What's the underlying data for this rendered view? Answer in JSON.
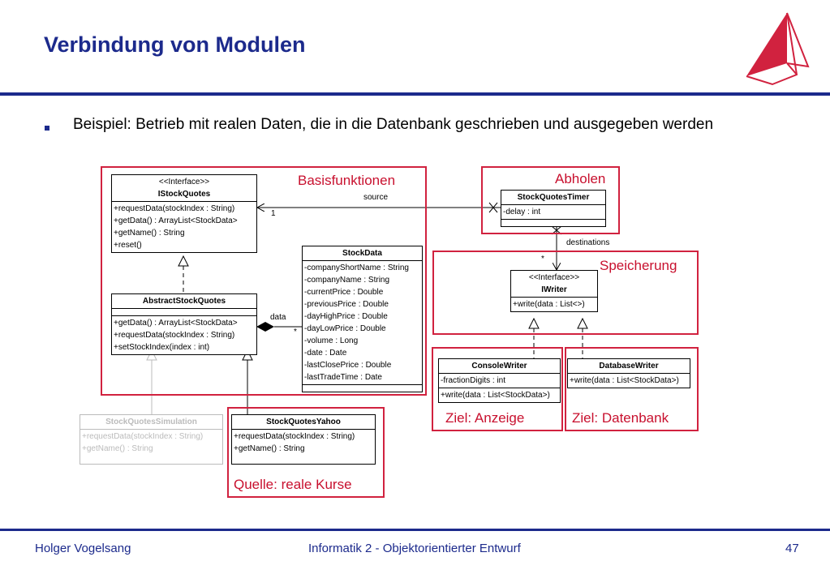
{
  "slide": {
    "title": "Verbindung von Modulen",
    "bullet": "Beispiel: Betrieb mit realen Daten, die in die Datenbank geschrieben und ausgegeben werden"
  },
  "footer": {
    "author": "Holger Vogelsang",
    "course": "Informatik 2 - Objektorientierter Entwurf",
    "page": "47"
  },
  "colors": {
    "accent": "#1c2a8c",
    "highlight": "#d1223f",
    "logo": "#d1223f"
  },
  "labels": {
    "basis": "Basisfunktionen",
    "abholen": "Abholen",
    "speicherung": "Speicherung",
    "anzeige": "Ziel: Anzeige",
    "datenbank": "Ziel: Datenbank",
    "quelle": "Quelle: reale Kurse"
  },
  "associations": {
    "source": "source",
    "source_mult": "1",
    "destinations": "destinations",
    "destinations_mult": "*",
    "data": "data",
    "data_mult": "*"
  },
  "classes": {
    "istockquotes": {
      "stereotype": "<<Interface>>",
      "name": "IStockQuotes",
      "methods": [
        "+requestData(stockIndex : String)",
        "+getData() : ArrayList<StockData>",
        "+getName() : String",
        "+reset()"
      ]
    },
    "abstractstockquotes": {
      "name": "AbstractStockQuotes",
      "methods": [
        "+getData() : ArrayList<StockData>",
        "+requestData(stockIndex : String)",
        "+setStockIndex(index : int)"
      ]
    },
    "stockdata": {
      "name": "StockData",
      "attributes": [
        "-companyShortName : String",
        "-companyName : String",
        "-currentPrice : Double",
        "-previousPrice : Double",
        "-dayHighPrice : Double",
        "-dayLowPrice : Double",
        "-volume : Long",
        "-date : Date",
        "-lastClosePrice : Double",
        "-lastTradeTime : Date"
      ]
    },
    "stockquotestimer": {
      "name": "StockQuotesTimer",
      "attributes": [
        "-delay : int"
      ]
    },
    "iwriter": {
      "stereotype": "<<Interface>>",
      "name": "IWriter",
      "methods": [
        "+write(data : List<>)"
      ]
    },
    "consolewriter": {
      "name": "ConsoleWriter",
      "attributes": [
        "-fractionDigits : int"
      ],
      "methods": [
        "+write(data : List<StockData>)"
      ]
    },
    "databasewriter": {
      "name": "DatabaseWriter",
      "methods": [
        "+write(data : List<StockData>)"
      ]
    },
    "stockquotessimulation": {
      "name": "StockQuotesSimulation",
      "methods": [
        "+requestData(stockIndex : String)",
        "+getName() : String"
      ]
    },
    "stockquotesyahoo": {
      "name": "StockQuotesYahoo",
      "methods": [
        "+requestData(stockIndex : String)",
        "+getName() : String"
      ]
    }
  }
}
